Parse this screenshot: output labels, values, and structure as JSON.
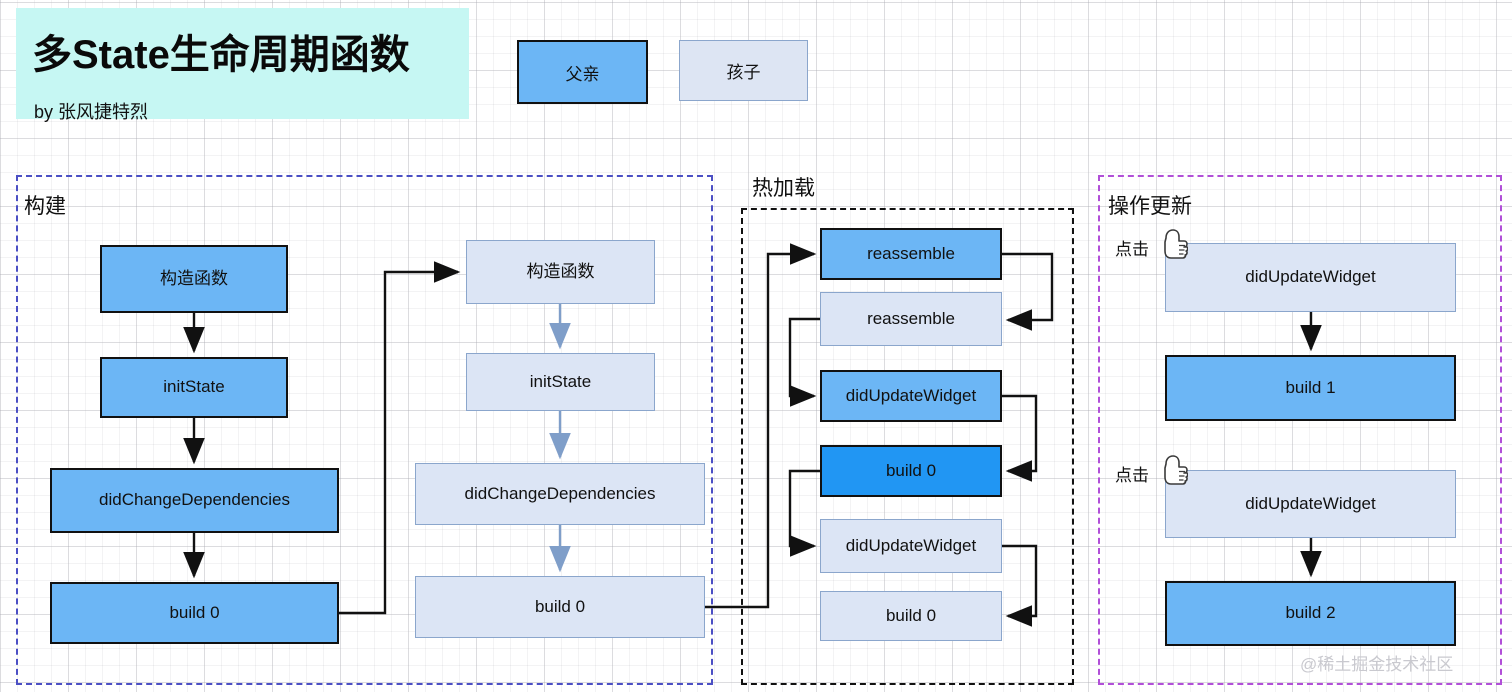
{
  "title": {
    "heading": "多State生命周期函数",
    "byline": "by 张风捷特烈"
  },
  "legend": {
    "parent_label": "父亲",
    "child_label": "孩子",
    "parent_color": "#6cb6f5",
    "child_color": "#dde5f3"
  },
  "panels": {
    "build": {
      "label": "构建",
      "border_color": "#4b4fc4",
      "parent_nodes": [
        {
          "label": "构造函数"
        },
        {
          "label": "initState"
        },
        {
          "label": "didChangeDependencies"
        },
        {
          "label": "build 0"
        }
      ],
      "child_nodes": [
        {
          "label": "构造函数"
        },
        {
          "label": "initState"
        },
        {
          "label": "didChangeDependencies"
        },
        {
          "label": "build 0"
        }
      ]
    },
    "hot_reload": {
      "label": "热加载",
      "border_color": "#111111",
      "nodes": [
        {
          "label": "reassemble",
          "role": "parent"
        },
        {
          "label": "reassemble",
          "role": "child"
        },
        {
          "label": "didUpdateWidget",
          "role": "parent"
        },
        {
          "label": "build 0",
          "role": "parent-strong"
        },
        {
          "label": "didUpdateWidget",
          "role": "child"
        },
        {
          "label": "build 0",
          "role": "child"
        }
      ]
    },
    "update": {
      "label": "操作更新",
      "border_color": "#b14fd8",
      "click_label_1": "点击",
      "click_label_2": "点击",
      "nodes": [
        {
          "label": "didUpdateWidget",
          "role": "child"
        },
        {
          "label": "build 1",
          "role": "parent"
        },
        {
          "label": "didUpdateWidget",
          "role": "child"
        },
        {
          "label": "build 2",
          "role": "parent"
        }
      ]
    }
  },
  "icons": {
    "hand": "pointing-hand-icon"
  },
  "watermark": "@稀土掘金技术社区"
}
